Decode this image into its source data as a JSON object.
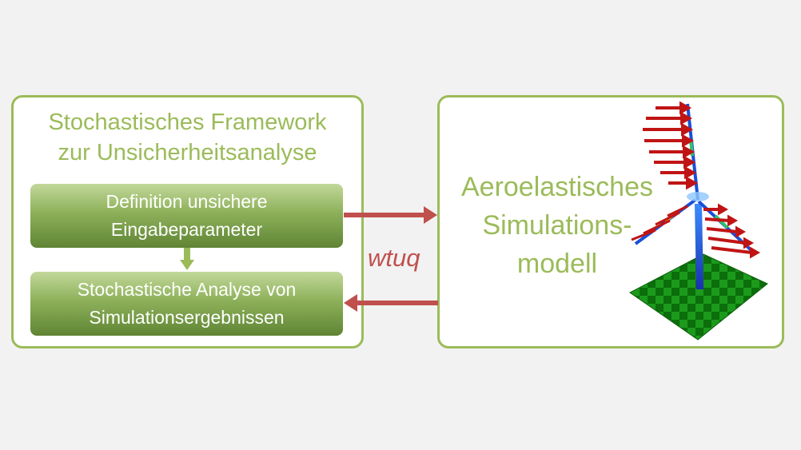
{
  "framework": {
    "title": "Stochastisches Framework\nzur Unsicherheitsanalyse",
    "step1": "Definition unsichere\nEingabeparameter",
    "step2": "Stochastische Analyse von\nSimulationsergebnissen"
  },
  "model": {
    "title": "Aeroelastisches\nSimulations-\nmodell"
  },
  "connector_label": "wtuq",
  "colors": {
    "accent_green": "#9bbb59",
    "arrow_red": "#c0504d",
    "box_dark": "#5f8434",
    "turbine_blue": "#1a4fd6",
    "ground_green": "#1c9a1c"
  },
  "icons": [
    "wind-turbine-icon",
    "arrow-right-icon",
    "arrow-left-icon",
    "arrow-down-icon"
  ]
}
